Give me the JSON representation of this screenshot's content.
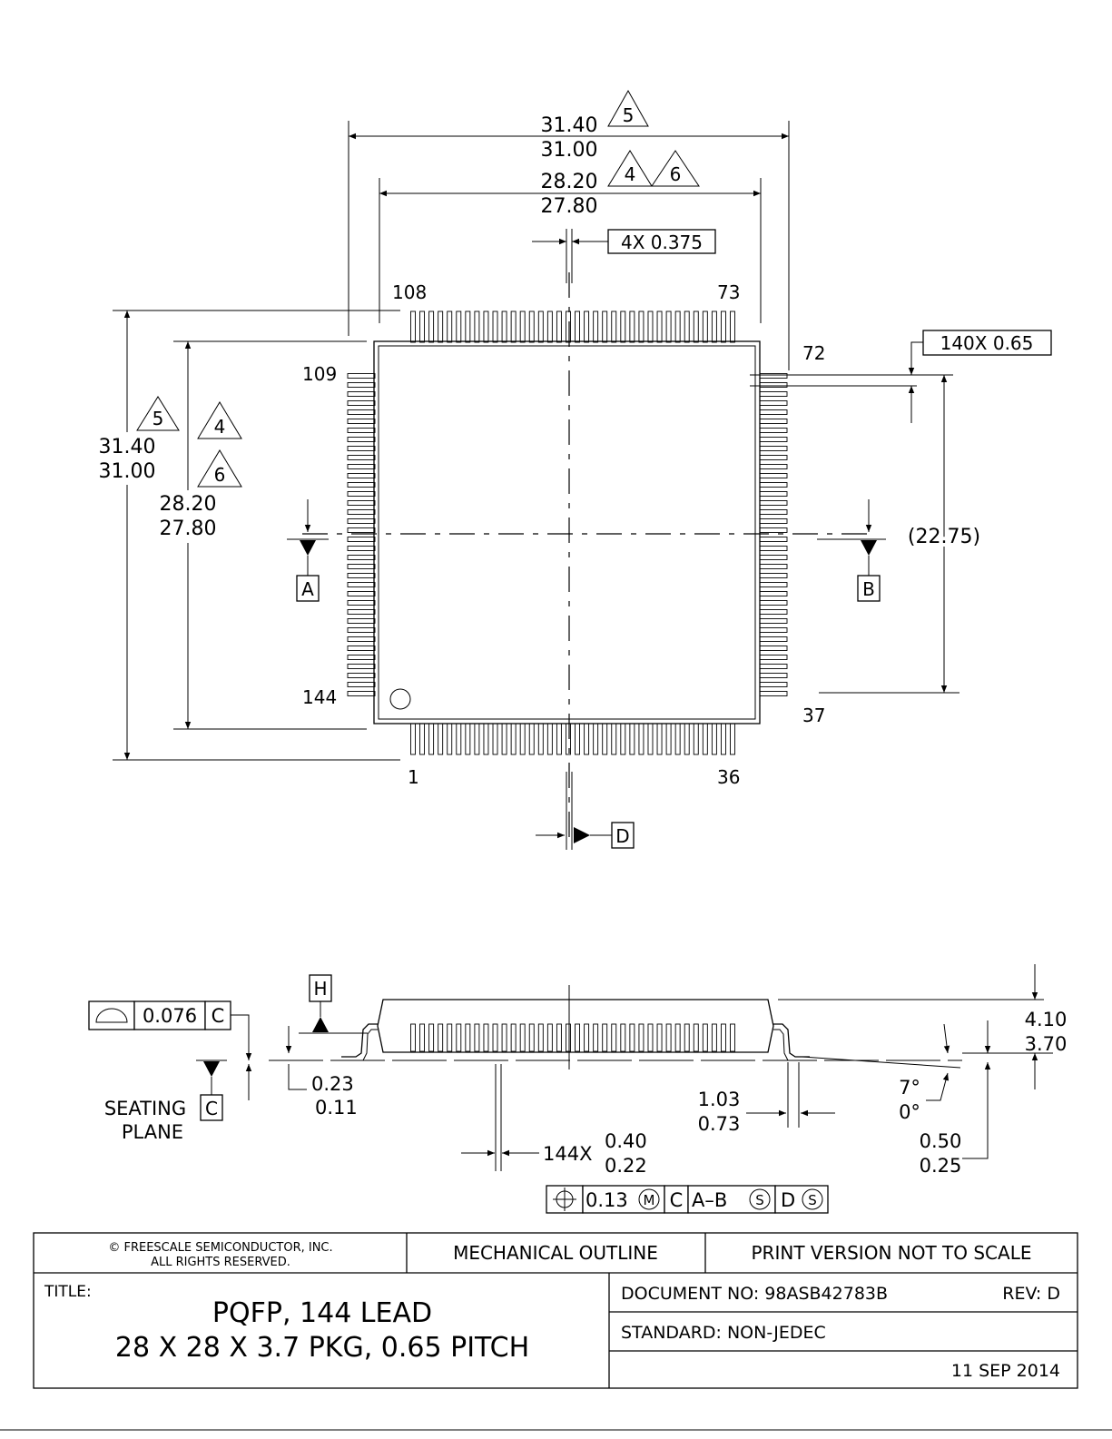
{
  "top_view": {
    "overall_width_max": "31.40",
    "overall_width_min": "31.00",
    "body_width_max": "28.20",
    "body_width_min": "27.80",
    "note_5": "5",
    "note_4": "4",
    "note_6": "6",
    "center_gap": "4X 0.375",
    "pitch_callout": "140X 0.65",
    "span_between_pins": "(22.75)",
    "pin_labels": {
      "p108": "108",
      "p73": "73",
      "p72": "72",
      "p109": "109",
      "p144": "144",
      "p37": "37",
      "p1": "1",
      "p36": "36"
    },
    "overall_height_max": "31.40",
    "overall_height_min": "31.00",
    "body_height_max": "28.20",
    "body_height_min": "27.80",
    "datum_a": "A",
    "datum_b": "B",
    "datum_d": "D"
  },
  "side_view": {
    "datum_h": "H",
    "flatness_value": "0.076",
    "flatness_datum": "C",
    "seating_line1": "SEATING",
    "seating_line2": "PLANE",
    "seating_datum": "C",
    "foot_gap_max": "0.23",
    "foot_gap_min": "0.11",
    "lead_count_prefix": "144X",
    "lead_width_max": "0.40",
    "lead_width_min": "0.22",
    "foot_length_max": "1.03",
    "foot_length_min": "0.73",
    "angle_max": "7°",
    "angle_min": "0°",
    "height_max": "4.10",
    "height_min": "3.70",
    "standoff_max": "0.50",
    "standoff_min": "0.25",
    "position_tol": "0.13",
    "modifier_m": "M",
    "ref_c": "C",
    "ref_ab": "A–B",
    "ref_d": "D",
    "modifier_s": "S"
  },
  "title_block": {
    "copyright_line1": "© FREESCALE SEMICONDUCTOR, INC.",
    "copyright_line2": "ALL RIGHTS RESERVED.",
    "outline_label": "MECHANICAL OUTLINE",
    "print_note": "PRINT VERSION NOT TO SCALE",
    "title_label": "TITLE:",
    "title_line1": "PQFP, 144 LEAD",
    "title_line2": "28 X 28 X 3.7 PKG, 0.65 PITCH",
    "document_no": "DOCUMENT NO: 98ASB42783B",
    "revision": "REV: D",
    "standard": "STANDARD: NON-JEDEC",
    "date": "11 SEP 2014"
  }
}
